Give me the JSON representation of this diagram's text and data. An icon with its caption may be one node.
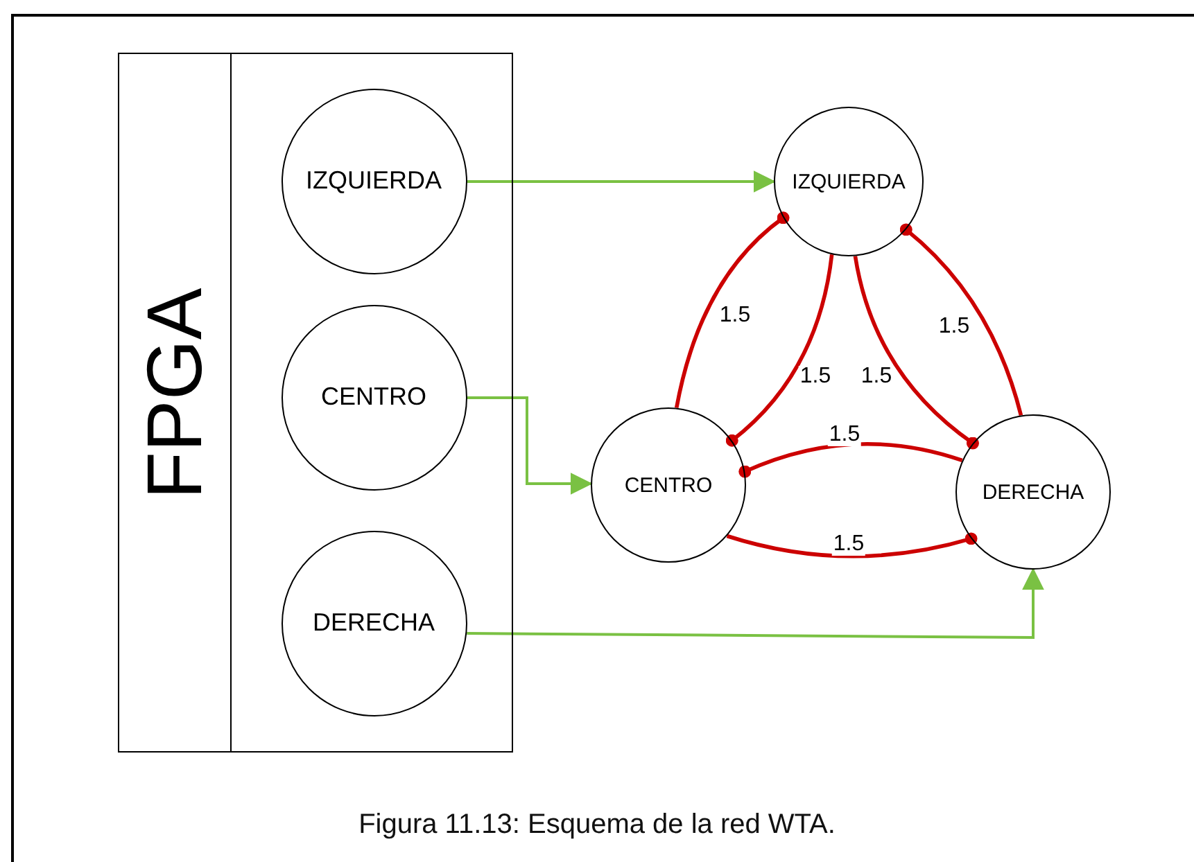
{
  "diagram": {
    "caption": "Figura 11.13: Esquema de la red WTA.",
    "nodes": [
      {
        "text": [
          "FPGA"
        ]
      },
      {
        "text": [
          "IZQUIERDA"
        ],
        "in": 0
      },
      {
        "text": [
          "CENTRO"
        ],
        "in": 0
      },
      {
        "text": [
          "DERECHA"
        ],
        "in": 0
      },
      {
        "text": [
          "IZQUIERDA"
        ]
      },
      {
        "text": [
          "CENTRO"
        ]
      },
      {
        "text": [
          "DERECHA"
        ]
      }
    ],
    "edges": [
      {
        "from": 1,
        "to": 4,
        "arrow": "to",
        "color": "#7ac143"
      },
      {
        "from": 2,
        "to": 5,
        "arrow": "to",
        "color": "#7ac143"
      },
      {
        "from": 3,
        "to": 6,
        "arrow": "to",
        "color": "#7ac143"
      },
      {
        "from": 5,
        "to": 4,
        "arrow": "other",
        "label": "1.5"
      },
      {
        "from": 4,
        "to": 5,
        "arrow": "other",
        "label": "1.5"
      },
      {
        "from": 4,
        "to": 6,
        "arrow": "other",
        "label": "1.5"
      },
      {
        "from": 6,
        "to": 4,
        "arrow": "other",
        "label": "1.5"
      },
      {
        "from": 6,
        "to": 5,
        "arrow": "other",
        "label": "1.5"
      },
      {
        "from": 5,
        "to": 6,
        "arrow": "other",
        "label": "1.5"
      }
    ]
  }
}
